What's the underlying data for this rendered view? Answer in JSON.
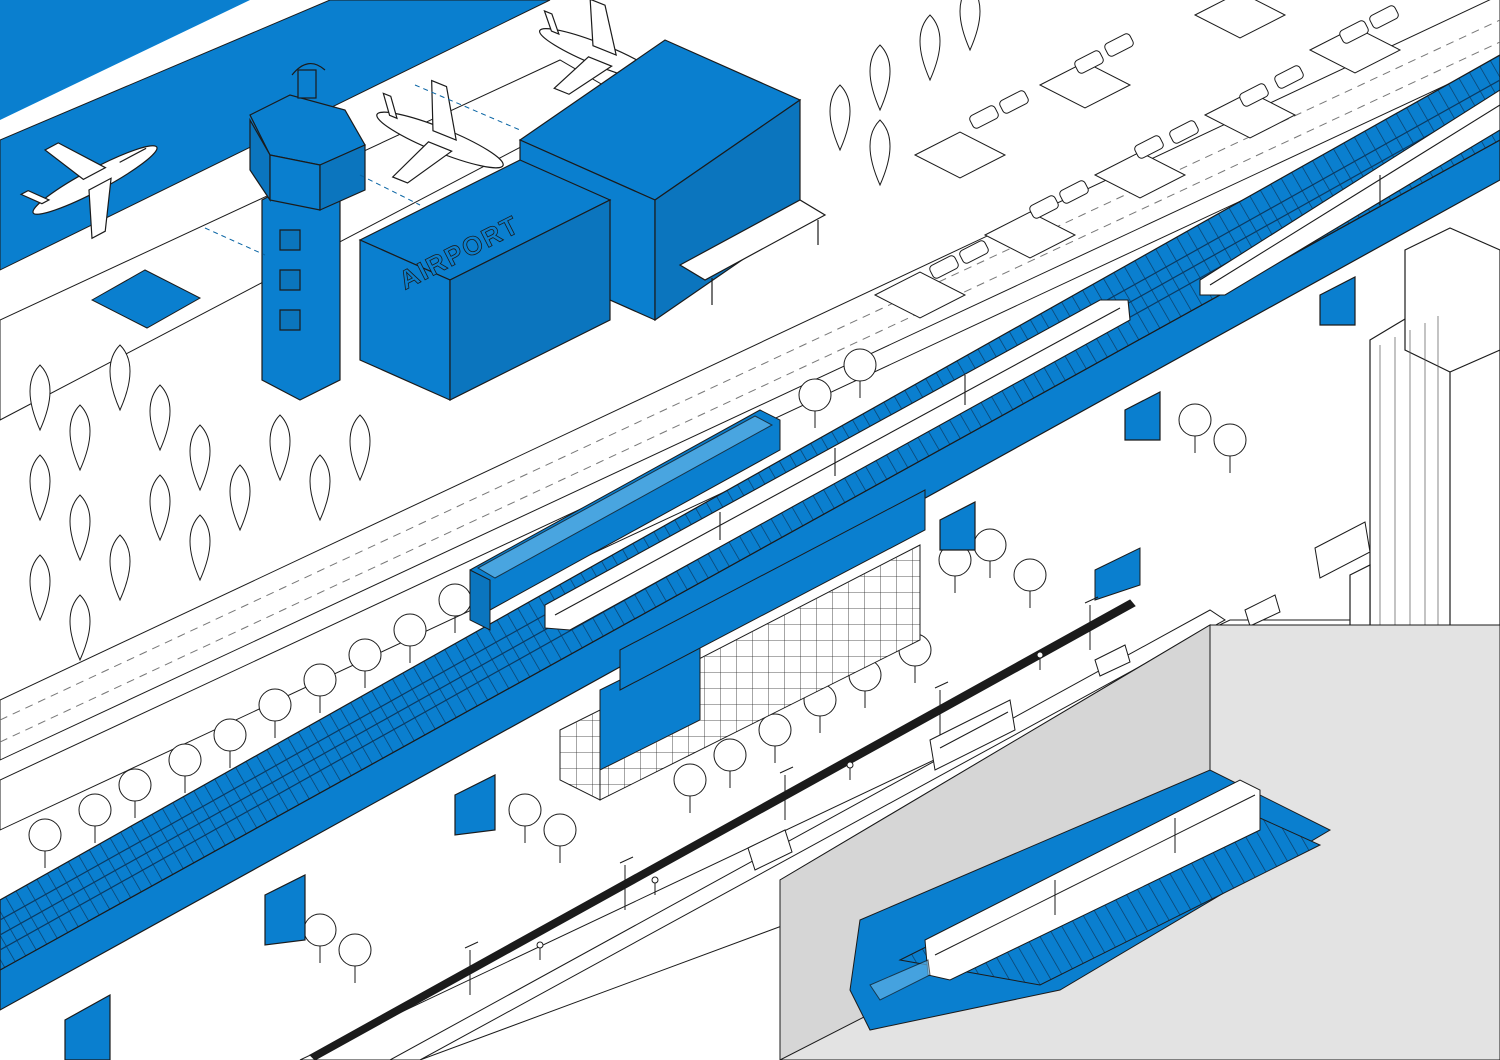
{
  "colors": {
    "accent": "#0a7fcf",
    "accent_dark": "#0763a3",
    "outline": "#1b1b1b",
    "ground": "#ffffff",
    "underground": "#e3e3e3",
    "glass": "#5fb2e6"
  },
  "airport": {
    "sign_text": "AIRPORT"
  },
  "trains": {
    "elevated_count": 2,
    "subway_count": 1
  },
  "icons": [
    "airplane-icon",
    "control-tower-icon",
    "train-icon",
    "bus-icon",
    "car-icon",
    "tree-icon",
    "streetlight-icon",
    "pedestrian-icon"
  ]
}
